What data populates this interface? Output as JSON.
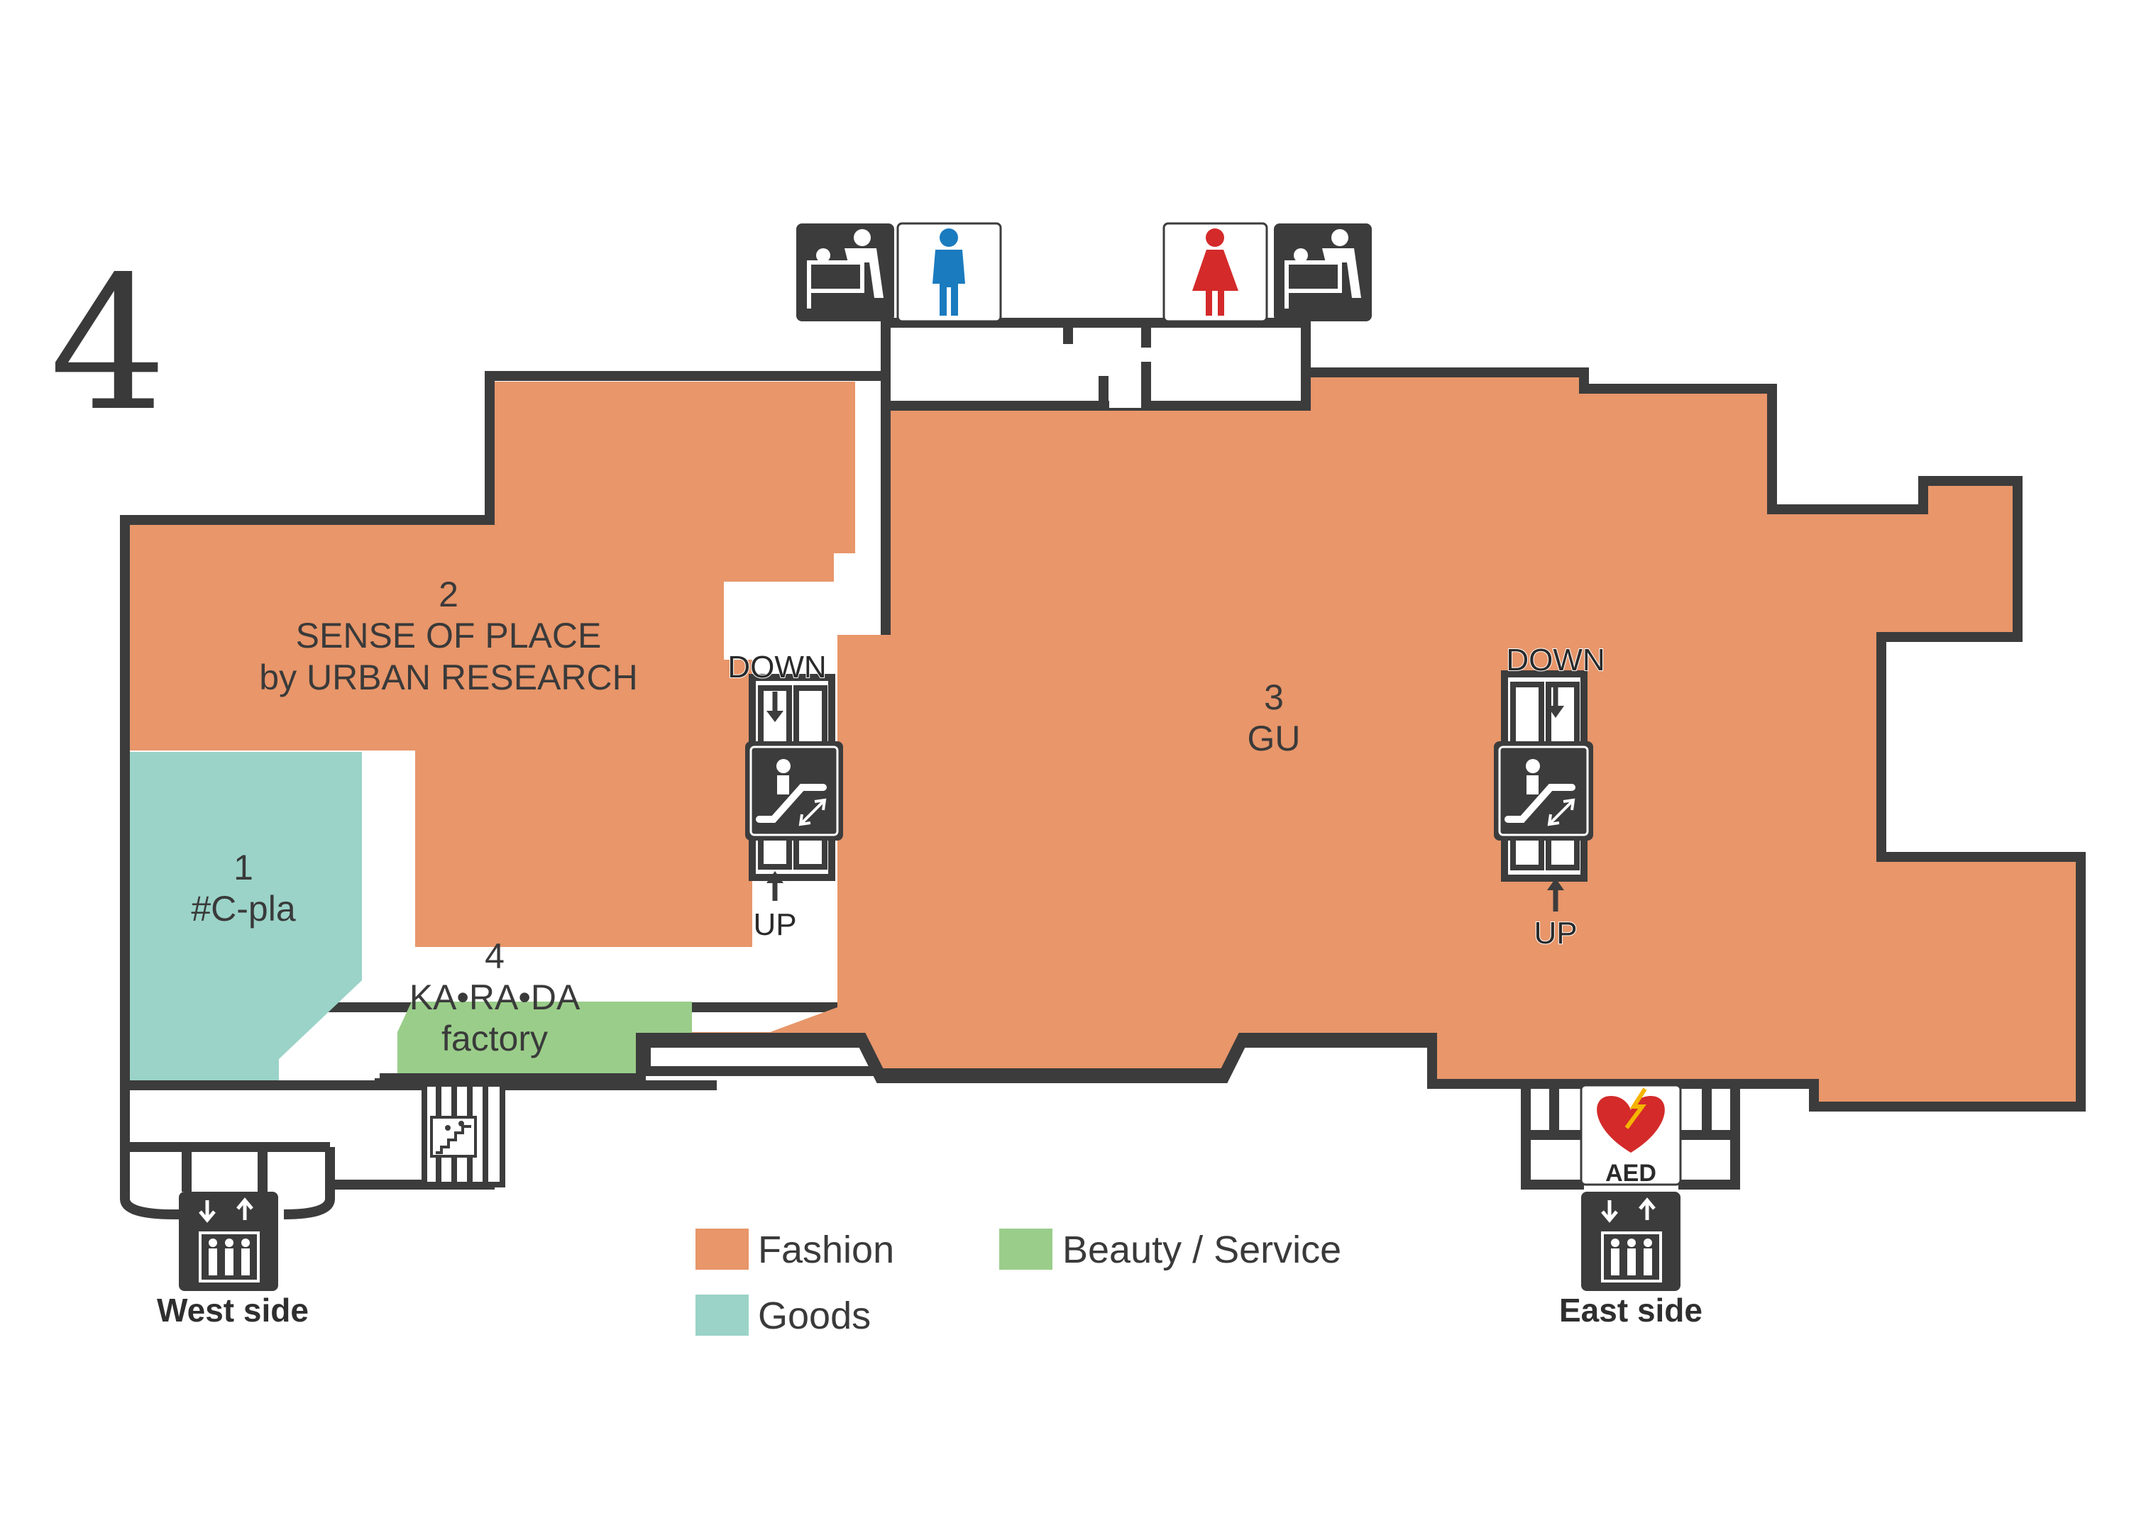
{
  "floor": {
    "number": "4"
  },
  "shops": [
    {
      "number": "1",
      "name": "#C-pla",
      "category": "Goods"
    },
    {
      "number": "2",
      "name_line1": "SENSE OF PLACE",
      "name_line2": "by URBAN RESEARCH",
      "category": "Fashion"
    },
    {
      "number": "3",
      "name": "GU",
      "category": "Fashion"
    },
    {
      "number": "4",
      "name_line1": "KA•RA•DA",
      "name_line2": "factory",
      "category": "Beauty / Service"
    }
  ],
  "escalators": {
    "west": {
      "down_label": "DOWN",
      "up_label": "UP"
    },
    "east": {
      "down_label": "DOWN",
      "up_label": "UP"
    }
  },
  "elevators": {
    "west_label": "West side",
    "east_label": "East side"
  },
  "aed": {
    "label": "AED"
  },
  "legend": [
    {
      "label": "Fashion",
      "color": "#e8966a"
    },
    {
      "label": "Goods",
      "color": "#9bd3c8"
    },
    {
      "label": "Beauty / Service",
      "color": "#9acd8a"
    }
  ],
  "colors": {
    "fashion": "#e8966a",
    "goods": "#9bd3c8",
    "beauty_service": "#9acd8a",
    "wall": "#3c3c3c",
    "men_icon": "#1a7bbf",
    "women_icon": "#d42a2a",
    "aed_heart": "#d42a2a",
    "aed_bolt": "#f5b500"
  },
  "icons": {
    "restroom_men": "man-restroom-icon",
    "restroom_women": "woman-restroom-icon",
    "baby_changing": "baby-changing-icon",
    "escalator": "escalator-icon",
    "elevator": "elevator-icon",
    "aed": "aed-heart-icon",
    "stairs": "stairs-icon"
  }
}
